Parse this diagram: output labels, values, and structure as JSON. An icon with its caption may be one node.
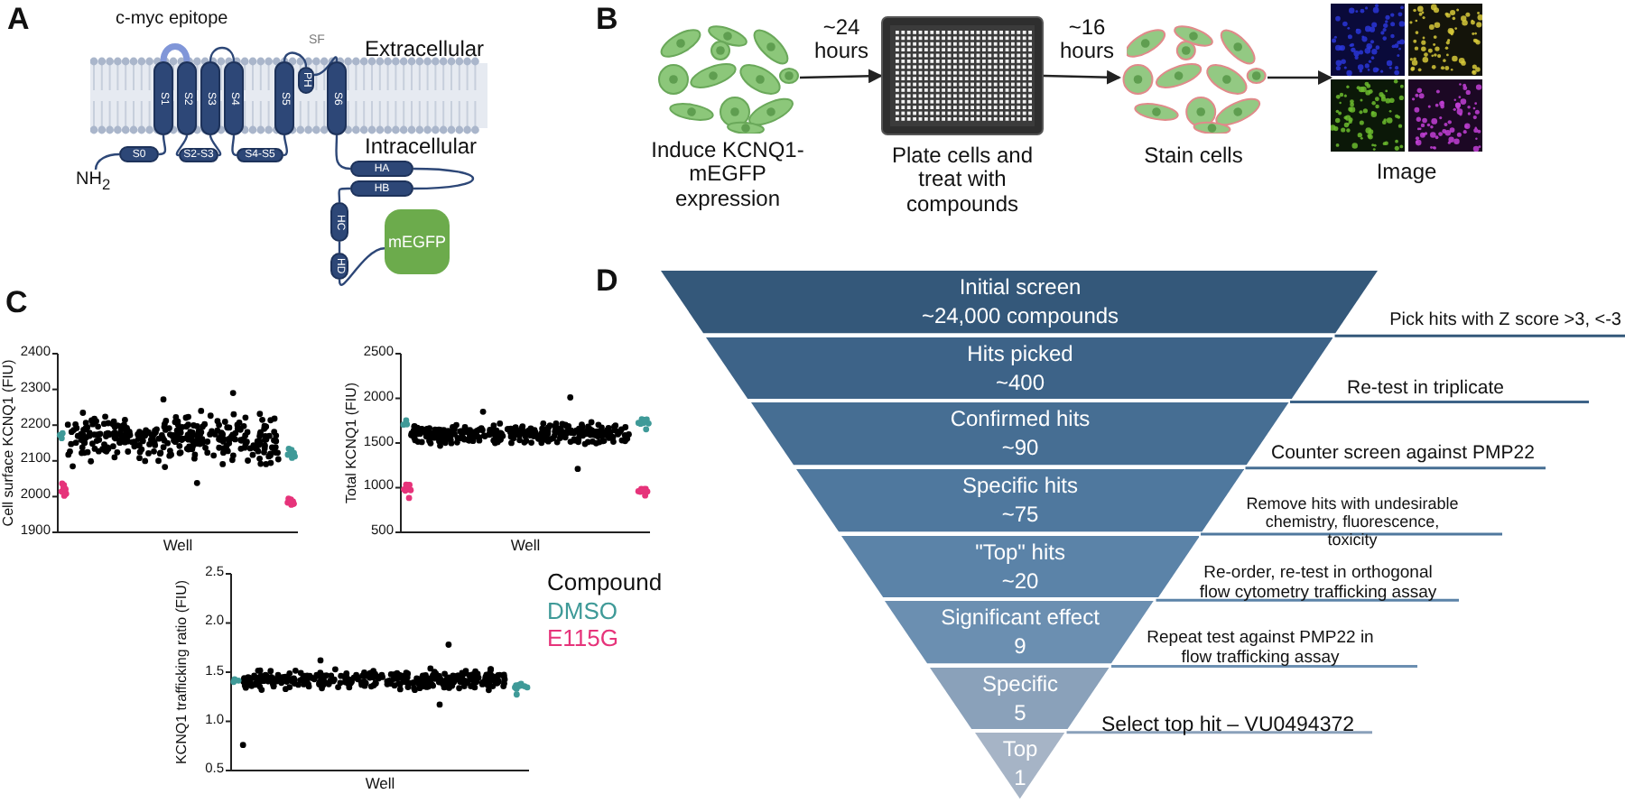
{
  "diagram": {
    "nodes": [
      {
        "text": [
          "NH$_{2}$"
        ]
      },
      {
        "text": [
          "S0"
        ]
      },
      {
        "text": [
          "S1"
        ]
      },
      {
        "text": [
          "S2"
        ]
      },
      {
        "text": [
          "S2-S3"
        ]
      },
      {
        "text": [
          "S3"
        ]
      },
      {
        "text": [
          "S4"
        ]
      },
      {
        "text": [
          "S4-S5"
        ]
      },
      {
        "text": [
          "S5"
        ]
      },
      {
        "text": [
          "PH"
        ]
      },
      {
        "text": [
          "S6"
        ]
      },
      {
        "text": [
          "HA"
        ]
      },
      {
        "text": [
          "HB"
        ]
      },
      {
        "text": [
          "HC"
        ]
      },
      {
        "text": [
          "HD"
        ]
      },
      {
        "text": [
          "mEGFP"
        ]
      },
      {
        "text": [],
        "shape": "picture",
        "beside": [
          "Induce KCNQ1-mEGFP expression"
        ]
      },
      {
        "text": [],
        "shape": "picture",
        "beside": [
          "Plate cells and treat with compounds"
        ]
      },
      {
        "text": [],
        "shape": "picture",
        "beside": [
          "Stain cells"
        ]
      },
      {
        "text": [],
        "shape": "picture",
        "beside": [
          "Image"
        ]
      },
      {
        "text": [
          "Initial screen",
          "~24,000 compounds"
        ]
      },
      {
        "text": [
          "Hits picked",
          "~400"
        ]
      },
      {
        "text": [
          "Confirmed hits",
          "~90"
        ]
      },
      {
        "text": [
          "Specific hits",
          "~75"
        ]
      },
      {
        "text": [
          "\"Top\" hits",
          "~20"
        ]
      },
      {
        "text": [
          "Significant effect",
          "9"
        ]
      },
      {
        "text": [
          "Specific",
          "5"
        ]
      },
      {
        "text": [
          "Top",
          "1"
        ]
      }
    ],
    "edges": [
      {
        "from": 0,
        "to": 1,
        "arrow": "none"
      },
      {
        "from": 1,
        "to": 2,
        "arrow": "none"
      },
      {
        "from": 2,
        "to": 3,
        "arrow": "none",
        "style": "thick",
        "color": "#8096d8"
      },
      {
        "from": 3,
        "to": 4,
        "arrow": "none"
      },
      {
        "from": 4,
        "to": 5,
        "arrow": "none"
      },
      {
        "from": 5,
        "to": 6,
        "arrow": "none"
      },
      {
        "from": 6,
        "to": 7,
        "arrow": "none"
      },
      {
        "from": 7,
        "to": 8,
        "arrow": "none"
      },
      {
        "from": 8,
        "to": 9,
        "arrow": "none"
      },
      {
        "from": 9,
        "to": 10,
        "arrow": "none"
      },
      {
        "from": 10,
        "to": 11,
        "arrow": "none"
      },
      {
        "from": 11,
        "to": 12,
        "arrow": "none"
      },
      {
        "from": 12,
        "to": 13,
        "arrow": "none"
      },
      {
        "from": 13,
        "to": 14,
        "arrow": "none"
      },
      {
        "from": 14,
        "to": 15,
        "arrow": "none"
      },
      {
        "from": 16,
        "to": 17,
        "arrow": "to",
        "label": "~24 hours",
        "color": "#222222"
      },
      {
        "from": 17,
        "to": 18,
        "arrow": "to",
        "label": "~16 hours",
        "color": "#222222"
      },
      {
        "from": 18,
        "to": 19,
        "arrow": "to",
        "color": "#222222"
      }
    ],
    "labels": [
      "A",
      "c-myc epitope",
      "SF",
      "Extracellular",
      "Intracellular",
      "B",
      "C",
      "Cell surface KCNQ1 (FIU)",
      "2400",
      "2300",
      "2200",
      "2100",
      "2000",
      "1900",
      "Well",
      "Total KCNQ1 (FIU)",
      "2500",
      "2000",
      "1500",
      "1000",
      "500",
      "Well",
      "KCNQ1 trafficking ratio (FIU)",
      "2.5",
      "2.0",
      "1.5",
      "1.0",
      "0.5",
      "Well",
      "Compound",
      "D",
      "Pick hits with Z score >3, <-3",
      "Re-test in triplicate",
      "Counter screen against PMP22",
      "Remove hits with undesirable chemistry, fluorescence, toxicity",
      "Re-order, re-test in orthogonal flow cytometry trafficking assay",
      "Repeat test against PMP22 in flow trafficking assay",
      "Select top hit – VU0494372"
    ],
    "legend": [
      {
        "text": "DMSO",
        "color": "#3f9a98"
      },
      {
        "text": "E115G",
        "color": "#e6337a"
      }
    ]
  }
}
